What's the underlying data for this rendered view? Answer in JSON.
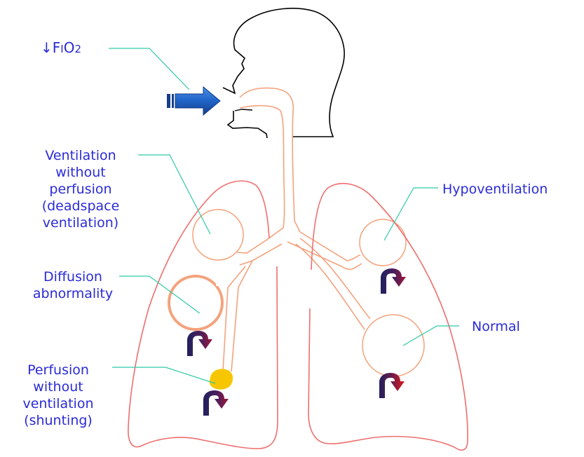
{
  "labels": {
    "fio2": {
      "arrow": "↓",
      "main": "F",
      "sub": "I",
      "o": "O",
      "o_sub": "2"
    },
    "ventilation_without_perfusion": [
      "Ventilation",
      "without",
      "perfusion",
      "(deadspace",
      "ventilation)"
    ],
    "diffusion_abnormality": [
      "Diffusion",
      "abnormality"
    ],
    "perfusion_without_ventilation": [
      "Perfusion",
      "without",
      "ventilation",
      "(shunting)"
    ],
    "hypoventilation": "Hypoventilation",
    "normal": "Normal"
  },
  "colors": {
    "label_text": "#2b2bd6",
    "leader_line": "#2fc9a6",
    "head_outline": "#000000",
    "airway": "#f4a27c",
    "lung_outline": "#ee6e6e",
    "fio2_arrow": "#1f63c7",
    "shunt_blob": "#f6c700",
    "flow_arrow_start": "#24246e",
    "flow_arrow_end": "#e01818"
  }
}
